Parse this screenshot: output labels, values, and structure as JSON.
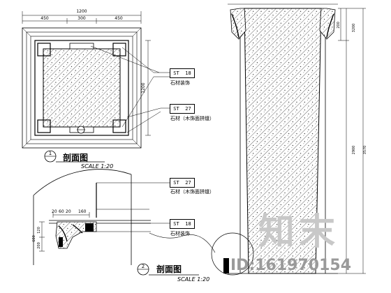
{
  "plan": {
    "dims_top": [
      "1200",
      "450",
      "300",
      "450"
    ],
    "dim_side": "1200",
    "detail_number": "1",
    "title": "剖面图",
    "scale": "SCALE 1:20"
  },
  "section": {
    "detail_number": "2",
    "title": "剖面图",
    "scale": "SCALE 1:20",
    "dims_right": [
      "3200",
      "2900",
      "3570"
    ],
    "dim_small": "200"
  },
  "detail": {
    "dims": [
      "20",
      "60",
      "20",
      "160"
    ],
    "dims_left": [
      "600",
      "120",
      "200"
    ]
  },
  "callouts": [
    {
      "code": [
        "ST",
        "18"
      ],
      "note": "石材装饰"
    },
    {
      "code": [
        "ST",
        "27"
      ],
      "note": "石材（木饰面拼缝）"
    },
    {
      "code": [
        "ST",
        "27"
      ],
      "note": "石材（木饰面拼缝）"
    },
    {
      "code": [
        "ST",
        "18"
      ],
      "note": "石材装饰"
    }
  ],
  "watermark": {
    "logo_text": "知末",
    "id_text": "ID:161970154"
  }
}
